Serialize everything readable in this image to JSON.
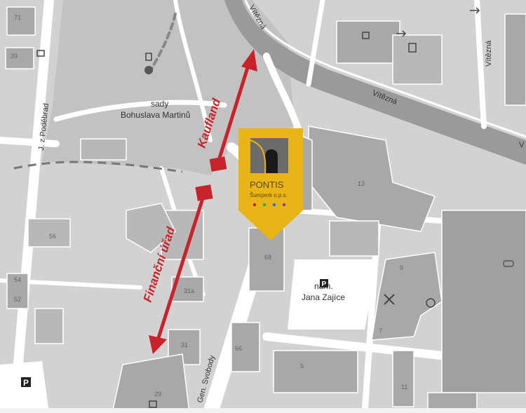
{
  "map": {
    "streets": {
      "vitezna_top": "Vítězná",
      "vitezna_mid": "Vítězná",
      "vitezna_right": "Vítězná",
      "vitezna_edge": "V",
      "j_z_podebrad": "J. z Poděbrad",
      "gen_svobody": "Gen. Svobody"
    },
    "areas": {
      "sady_line1": "sady",
      "sady_line2": "Bohuslava Martinů",
      "square_line1": "nám.",
      "square_line2": "Jana Zajíce"
    },
    "building_numbers": {
      "b71": "71",
      "b39": "39",
      "b13": "13",
      "b56": "56",
      "b68": "68",
      "b54": "54",
      "b52": "52",
      "b31a": "31a",
      "b31": "31",
      "b9": "9",
      "b7": "7",
      "b66": "66",
      "b5": "5",
      "b11": "11",
      "b29": "29"
    },
    "destinations": {
      "kaufland": "Kaufland",
      "financni_urad": "Finanční úřad"
    },
    "marker": {
      "title": "PONTIS",
      "subtitle": "Šumperk o.p.s.",
      "color": "#e8b416",
      "dots": [
        "#c8232a",
        "#35a845",
        "#2a73c8",
        "#8a3a9e"
      ]
    },
    "parking_label": "P",
    "colors": {
      "arrow": "#c8232a",
      "road": "#ffffff",
      "block": "#cfcfcf",
      "building": "#a9a9a9",
      "main_road": "#999999"
    }
  }
}
